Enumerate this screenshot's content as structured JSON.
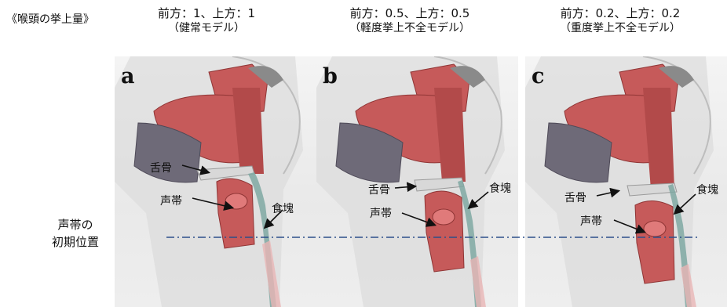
{
  "section_title": "《喉頭の挙上量》",
  "panels": [
    {
      "letter": "a",
      "header_line1": "前方：1、上方：1",
      "header_line2": "（健常モデル）",
      "hyoid": "舌骨",
      "vocal_cords": "声帯",
      "bolus": "食塊"
    },
    {
      "letter": "b",
      "header_line1": "前方：0.5、上方：0.5",
      "header_line2": "（軽度挙上不全モデル）",
      "hyoid": "舌骨",
      "vocal_cords": "声帯",
      "bolus": "食塊"
    },
    {
      "letter": "c",
      "header_line1": "前方：0.2、上方：0.2",
      "header_line2": "（重度挙上不全モデル）",
      "hyoid": "舌骨",
      "vocal_cords": "声帯",
      "bolus": "食塊"
    }
  ],
  "side_label_line1": "声帯の",
  "side_label_line2": "初期位置",
  "colors": {
    "tissue": "#c65a5a",
    "tissue_dark": "#8f3535",
    "mandible": "#6e6a78",
    "bolus": "#7fa8a2",
    "reference_line": "#2c4f8a"
  }
}
